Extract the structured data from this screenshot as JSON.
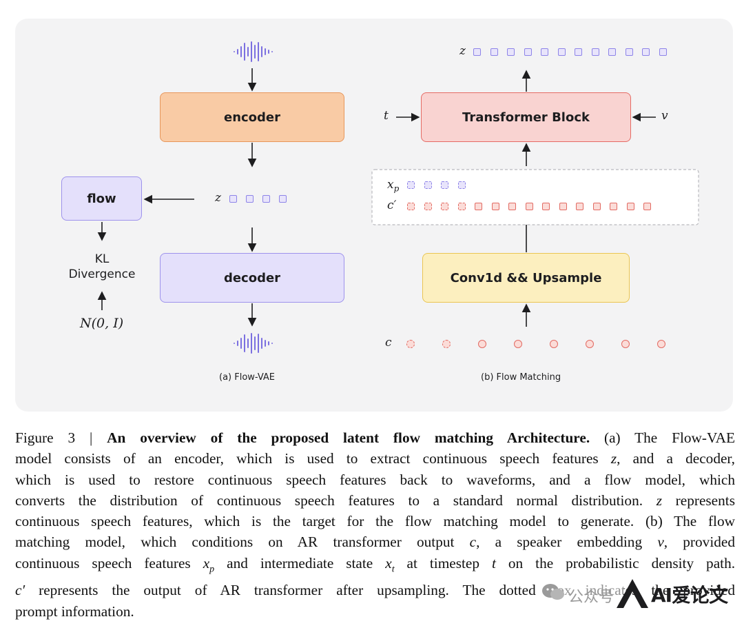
{
  "diagram": {
    "panel_a": {
      "encoder_label": "encoder",
      "decoder_label": "decoder",
      "flow_label": "flow",
      "kl_line1": "KL",
      "kl_line2": "Divergence",
      "prior_label": "N(0, I)",
      "z_label": "z",
      "caption": "(a) Flow-VAE"
    },
    "panel_b": {
      "z_label": "z",
      "transformer_label": "Transformer Block",
      "t_label": "t",
      "v_label": "v",
      "xp_label": "x",
      "xp_sub": "p",
      "cprime_label": "c′",
      "conv_label": "Conv1d && Upsample",
      "c_label": "c",
      "caption": "(b) Flow Matching"
    },
    "colors": {
      "encoder_fill": "#f9cba5",
      "encoder_border": "#e7965a",
      "decoder_fill": "#e4e0fb",
      "decoder_border": "#9d92ec",
      "transformer_fill": "#f9d3d1",
      "transformer_border": "#e56a64",
      "conv_fill": "#fcefbf",
      "conv_border": "#eac551",
      "waveform": "#7b6fe0"
    }
  },
  "caption": {
    "fig_label": "Figure 3 |",
    "title": "An overview of the proposed latent flow matching Architecture.",
    "l1_rest": "(a) The Flow-VAE",
    "l2": "model consists of an encoder, which is used to extract continuous speech features",
    "l2_z": "z",
    "l2_end": ", and a decoder,",
    "l3": "which is used to restore continuous speech features back to waveforms, and a flow model, which",
    "l4": "converts the distribution of continuous speech features to a standard normal distribution.",
    "l4_z": "z",
    "l4_end": "represents",
    "l5": "continuous speech features, which is the target for the flow matching model to generate. (b) The flow",
    "l6a": "matching model, which conditions on AR transformer output",
    "l6_c": "c",
    "l6b": ", a speaker embedding",
    "l6_v": "v",
    "l6c": ", provided",
    "l7a": "continuous speech features",
    "l7_x": "x",
    "l7_p": "p",
    "l7b": "and intermediate state",
    "l7_x2": "x",
    "l7_t": "t",
    "l7c": "at timestep",
    "l7_t2": "t",
    "l7d": "on the probabilistic density path.",
    "l8_c": "c′",
    "l8": "represents the output of AR transformer after upsampling. The dotted box indicates the provided",
    "l9": "prompt information."
  },
  "watermark": {
    "channel_text": "公众号",
    "brand_text": "AI爱论文"
  }
}
